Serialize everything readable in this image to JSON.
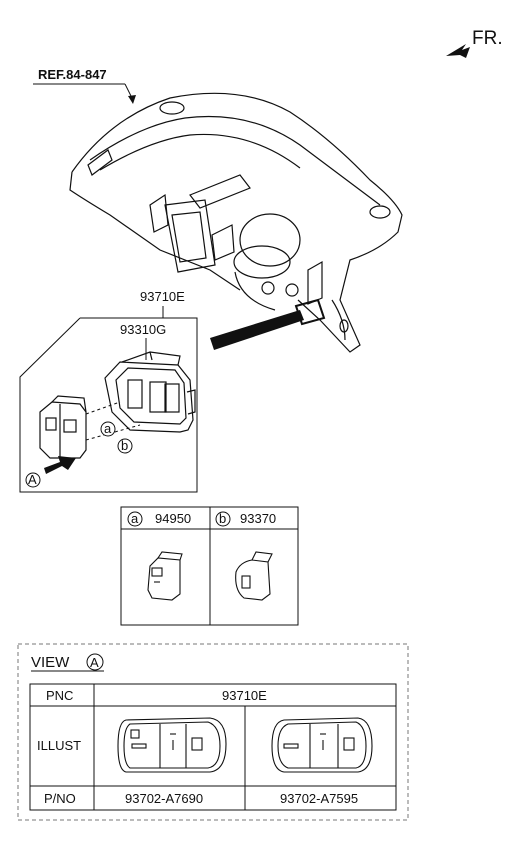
{
  "direction": {
    "label": "FR."
  },
  "reference": {
    "label": "REF.84-847"
  },
  "parts": {
    "assembly": "93710E",
    "switch_housing": "93310G",
    "callout_a": "a",
    "callout_b": "b",
    "view_marker": "A"
  },
  "legend": {
    "a_letter": "a",
    "a_part": "94950",
    "b_letter": "b",
    "b_part": "93370"
  },
  "view_table": {
    "view_label": "VIEW",
    "view_letter": "A",
    "pnc_header": "PNC",
    "pnc_value": "93710E",
    "illust_header": "ILLUST",
    "pno_header": "P/NO",
    "pno_values": [
      "93702-A7690",
      "93702-A7595"
    ]
  }
}
